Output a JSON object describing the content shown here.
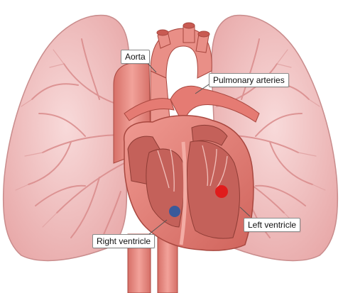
{
  "labels": {
    "aorta": "Aorta",
    "pulmonary_arteries": "Pulmonary arteries",
    "right_ventricle": "Right ventricle",
    "left_ventricle": "Left ventricle"
  },
  "colors": {
    "lung_fill": "#f2c4c4",
    "lung_edge": "#c98c8c",
    "heart_fill": "#e8807a",
    "heart_dark": "#a8473f",
    "chamber_fill": "#c4615a",
    "vessel_fill": "#e98f87",
    "deoxygenated_dot": "#3b5a9a",
    "oxygenated_dot": "#e01c1c"
  },
  "icons": {
    "right_ventricle_marker": "blue-dot",
    "left_ventricle_marker": "red-dot"
  }
}
